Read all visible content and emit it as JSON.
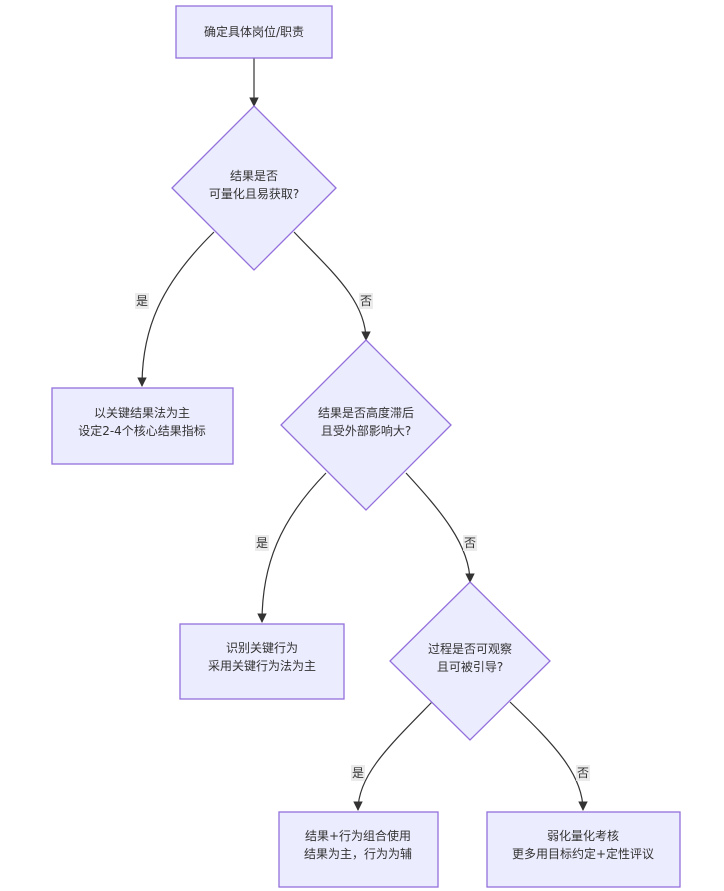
{
  "nodes": {
    "start": {
      "line1": "确定具体岗位/职责"
    },
    "q1": {
      "line1": "结果是否",
      "line2": "可量化且易获取?"
    },
    "okr": {
      "line1": "以关键结果法为主",
      "line2": "设定2-4个核心结果指标"
    },
    "q2": {
      "line1": "结果是否高度滞后",
      "line2": "且受外部影响大?"
    },
    "behavior": {
      "line1": "识别关键行为",
      "line2": "采用关键行为法为主"
    },
    "q3": {
      "line1": "过程是否可观察",
      "line2": "且可被引导?"
    },
    "combo": {
      "line1": "结果+行为组合使用",
      "line2": "结果为主，行为为辅"
    },
    "weak": {
      "line1": "弱化量化考核",
      "line2": "更多用目标约定+定性评议"
    }
  },
  "edges": {
    "q1_yes": "是",
    "q1_no": "否",
    "q2_yes": "是",
    "q2_no": "否",
    "q3_yes": "是",
    "q3_no": "否"
  },
  "colors": {
    "node_fill": "#ececff",
    "node_stroke": "#9370db",
    "edge": "#333333",
    "label_bg": "#e8e8e8"
  }
}
